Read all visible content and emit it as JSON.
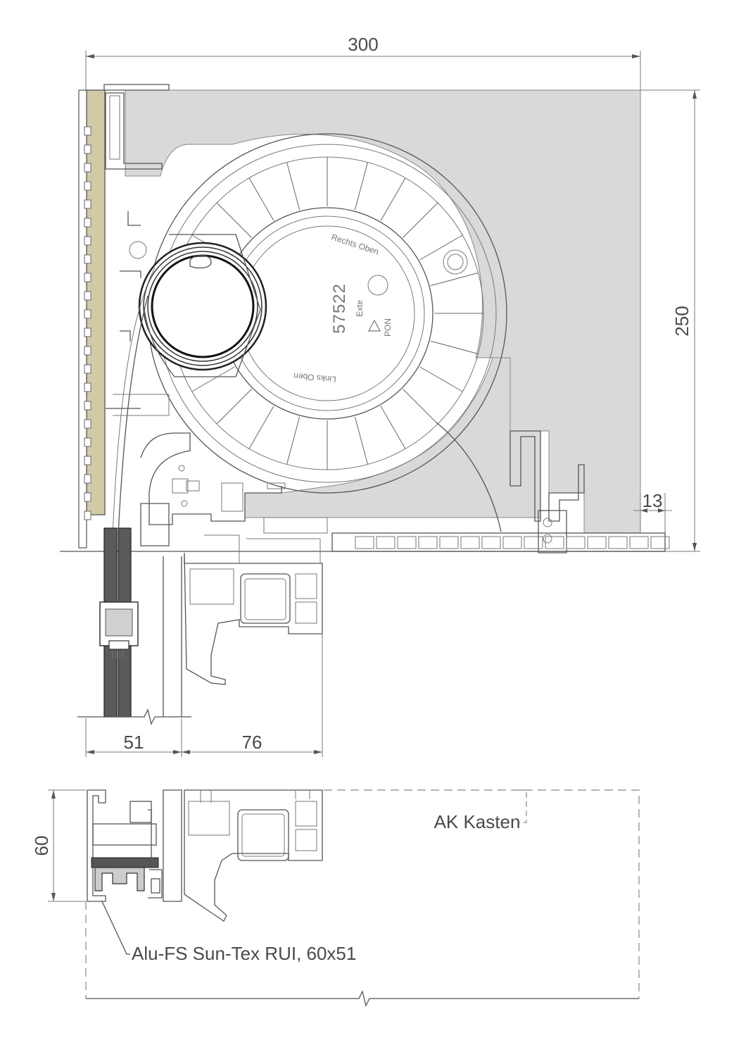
{
  "dimensions": {
    "width_top": "300",
    "height_right": "250",
    "small_right": "13",
    "bottom_left": "51",
    "bottom_mid": "76",
    "height_left": "60"
  },
  "roller": {
    "code": "57522",
    "label_top": "Rechts Oben",
    "label_bottom": "Links Oben",
    "brand": "Exte",
    "recycle": "PON"
  },
  "labels": {
    "ak_kasten": "AK Kasten",
    "guide_rail": "Alu-FS Sun-Tex RUI, 60x51"
  },
  "colors": {
    "box_fill": "#d9d9d9",
    "guide_fill": "#d2c9a7",
    "glass_fill": "#5a5a5a",
    "line": "#555555"
  }
}
